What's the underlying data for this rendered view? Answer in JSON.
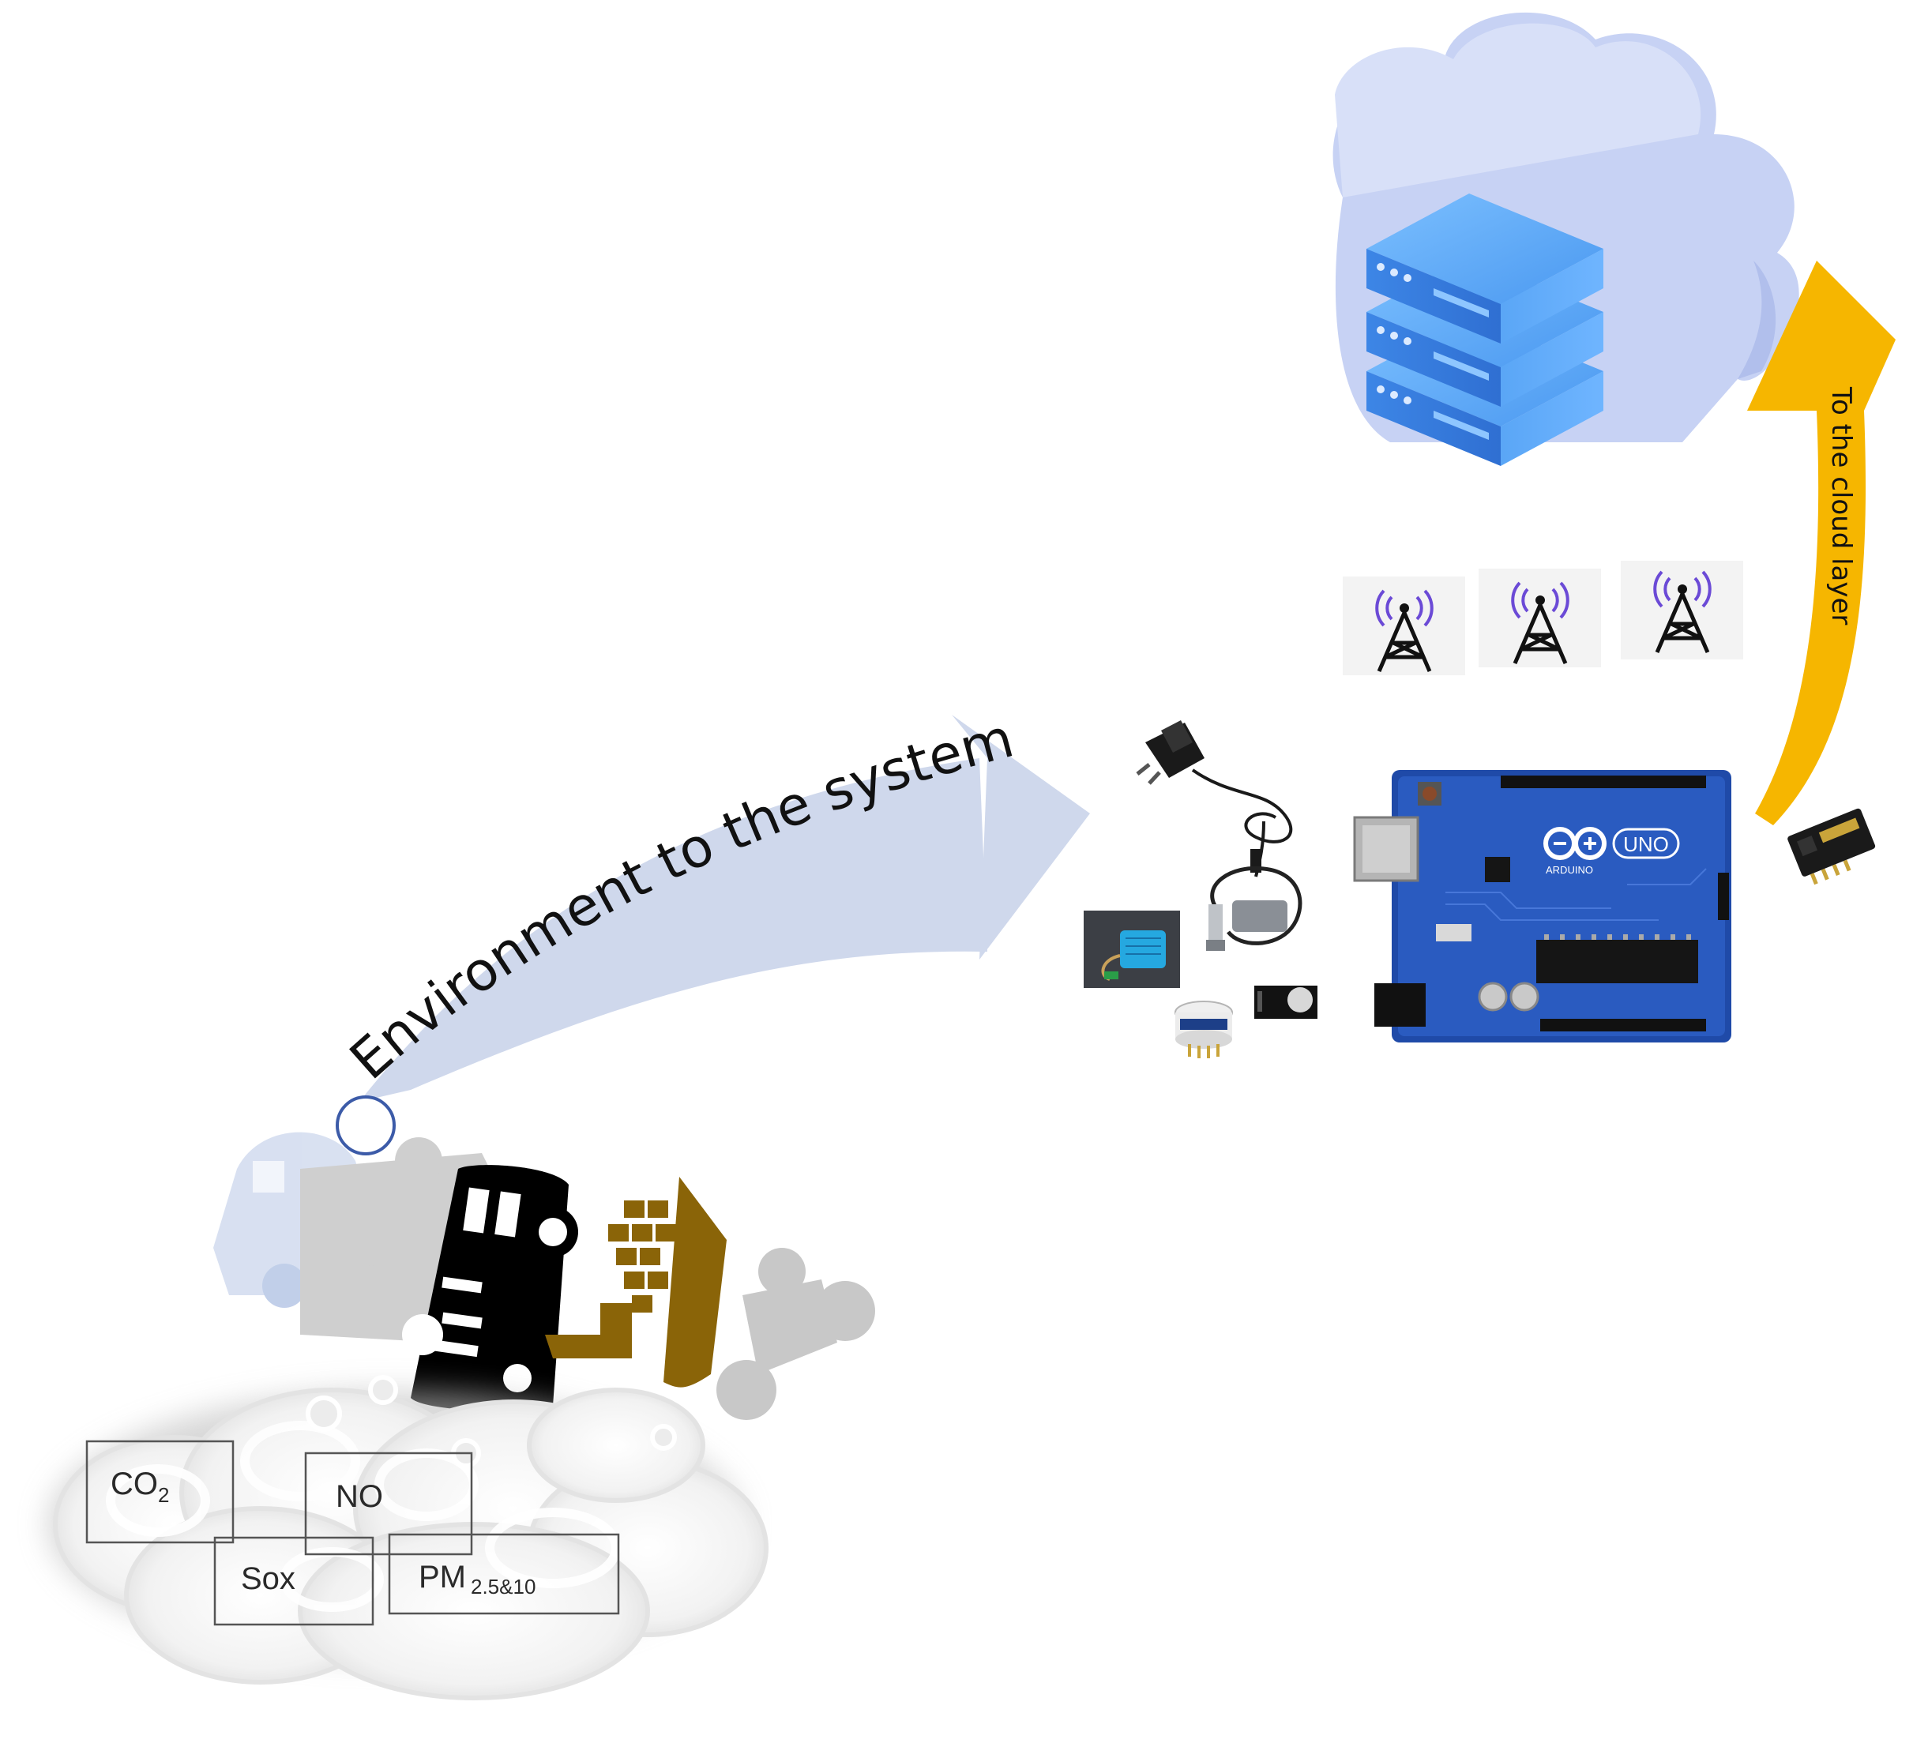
{
  "labels": {
    "env_arrow": "Environment to the system",
    "cloud_arrow": "To the cloud layer"
  },
  "pollutants": {
    "co2_main": "CO",
    "co2_sub": "2",
    "nox": "NO",
    "sox": "Sox",
    "pm_main": "PM",
    "pm_sub": "2.5&10"
  },
  "board": {
    "logo": "UNO",
    "brand": "ARDUINO"
  },
  "icons": {
    "server": "server-stack-icon",
    "cloud": "cloud-icon",
    "tower": "cell-tower-icon",
    "vehicles": "vehicle-icon"
  },
  "colors": {
    "env_arrow": "#cfd8ec",
    "cloud_arrow": "#f6b600",
    "server": "#4a98f0",
    "cloud": "#c4d0f3",
    "board": "#1f4aa8",
    "ship": "#8a6408",
    "bus": "#000000"
  }
}
